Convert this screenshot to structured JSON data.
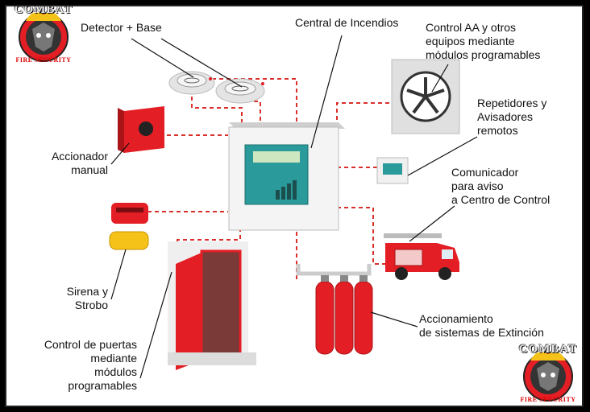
{
  "labels": {
    "detector": "Detector + Base",
    "central": "Central de Incendios",
    "control_aa": "Control AA y otros\nequipos mediante\nmódulos programables",
    "repetidores": "Repetidores y\nAvisadores\nremotos",
    "comunicador": "Comunicador\npara aviso\na Centro de Control",
    "accionador": "Accionador\nmanual",
    "sirena": "Sirena y\nStrobo",
    "puertas": "Control de puertas\nmediante\nmódulos\nprogramables",
    "extincion": "Accionamiento\nde sistemas de Extinción"
  },
  "logo": {
    "brand": "COMBAT",
    "sub": "FIRE SECURITY"
  },
  "colors": {
    "accent_red": "#e31e24",
    "dashed_line": "#d9302c",
    "panel_screen": "#2a9a9a",
    "panel_screen_dark": "#1d6e6e",
    "device_gray": "#dcdcdc"
  }
}
